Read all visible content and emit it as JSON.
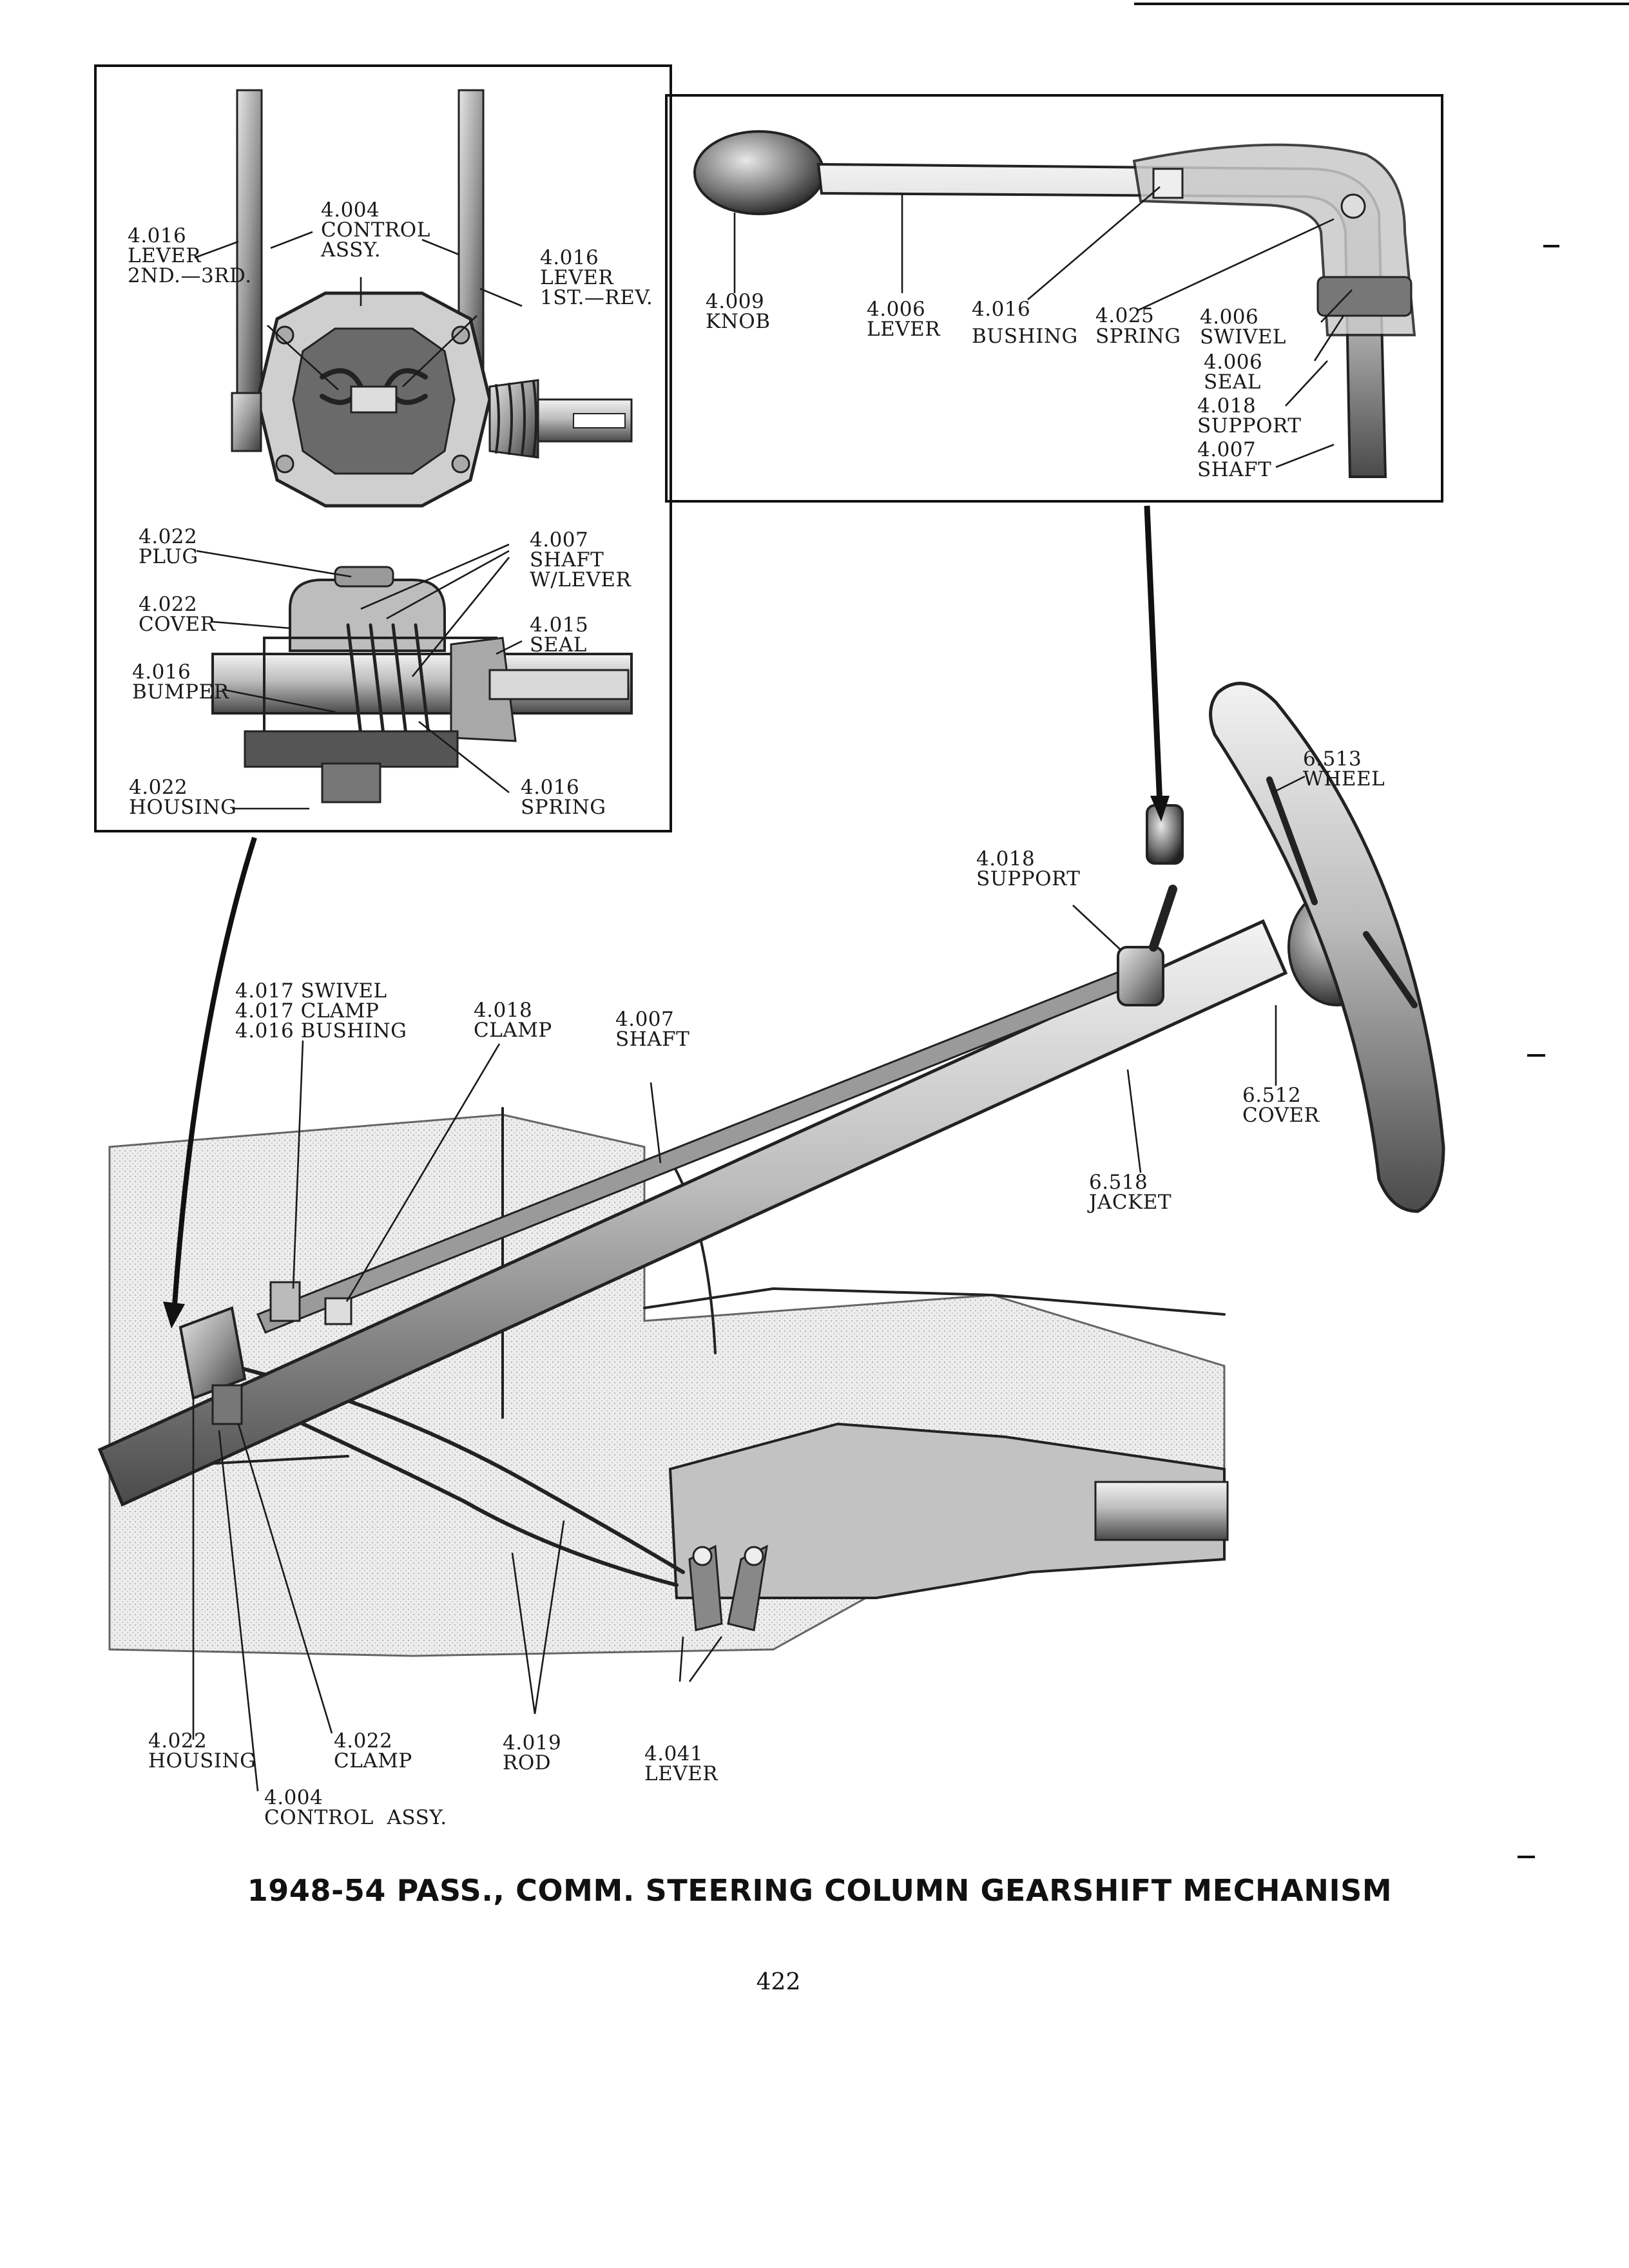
{
  "callouts": [
    {
      "id": "lever-2nd3rd",
      "lines": [
        "4.016",
        "LEVER",
        "2ND.—3RD."
      ]
    },
    {
      "id": "control-assy-top",
      "lines": [
        "4.004",
        "CONTROL",
        "ASSY."
      ]
    },
    {
      "id": "lever-1st-rev",
      "lines": [
        "4.016",
        "LEVER",
        "1ST.—REV."
      ]
    },
    {
      "id": "plug",
      "lines": [
        "4.022",
        "PLUG"
      ]
    },
    {
      "id": "shaft-w-lever",
      "lines": [
        "4.007",
        "SHAFT",
        "W/LEVER"
      ]
    },
    {
      "id": "cover-4022",
      "lines": [
        "4.022",
        "COVER"
      ]
    },
    {
      "id": "seal-4015",
      "lines": [
        "4.015",
        "SEAL"
      ]
    },
    {
      "id": "bumper",
      "lines": [
        "4.016",
        "BUMPER"
      ]
    },
    {
      "id": "housing-top",
      "lines": [
        "4.022",
        "HOUSING"
      ]
    },
    {
      "id": "spring-4016",
      "lines": [
        "4.016",
        "SPRING"
      ]
    },
    {
      "id": "knob",
      "lines": [
        "4.009",
        "KNOB"
      ]
    },
    {
      "id": "lever-4006",
      "lines": [
        "4.006",
        "LEVER"
      ]
    },
    {
      "id": "bushing-4016",
      "lines": [
        "4.016",
        "BUSHING"
      ]
    },
    {
      "id": "spring-4025",
      "lines": [
        "4.025",
        "SPRING"
      ]
    },
    {
      "id": "swivel-4006",
      "lines": [
        "4.006",
        "SWIVEL"
      ]
    },
    {
      "id": "seal-4006",
      "lines": [
        "4.006",
        "SEAL"
      ]
    },
    {
      "id": "support-4018-inset",
      "lines": [
        "4.018",
        "SUPPORT"
      ]
    },
    {
      "id": "shaft-4007-inset",
      "lines": [
        "4.007",
        "SHAFT"
      ]
    },
    {
      "id": "wheel",
      "lines": [
        "6.513",
        "WHEEL"
      ]
    },
    {
      "id": "support-4018",
      "lines": [
        "4.018",
        "SUPPORT"
      ]
    },
    {
      "id": "swivel-clamp-bushing",
      "lines": [
        "4.017 SWIVEL",
        "4.017 CLAMP",
        "4.016 BUSHING"
      ]
    },
    {
      "id": "clamp-4018",
      "lines": [
        "4.018",
        "CLAMP"
      ]
    },
    {
      "id": "shaft-4007",
      "lines": [
        "4.007",
        "SHAFT"
      ]
    },
    {
      "id": "cover-6512",
      "lines": [
        "6.512",
        "COVER"
      ]
    },
    {
      "id": "jacket",
      "lines": [
        "6.518",
        "JACKET"
      ]
    },
    {
      "id": "housing-bottom",
      "lines": [
        "4.022",
        "HOUSING"
      ]
    },
    {
      "id": "clamp-4022",
      "lines": [
        "4.022",
        "CLAMP"
      ]
    },
    {
      "id": "rod",
      "lines": [
        "4.019",
        "ROD"
      ]
    },
    {
      "id": "lever-4041",
      "lines": [
        "4.041",
        "LEVER"
      ]
    },
    {
      "id": "control-assy-bottom",
      "lines": [
        "4.004",
        "CONTROL  ASSY."
      ]
    }
  ],
  "caption": "1948-54 PASS., COMM. STEERING COLUMN GEARSHIFT MECHANISM",
  "page_number": "422"
}
